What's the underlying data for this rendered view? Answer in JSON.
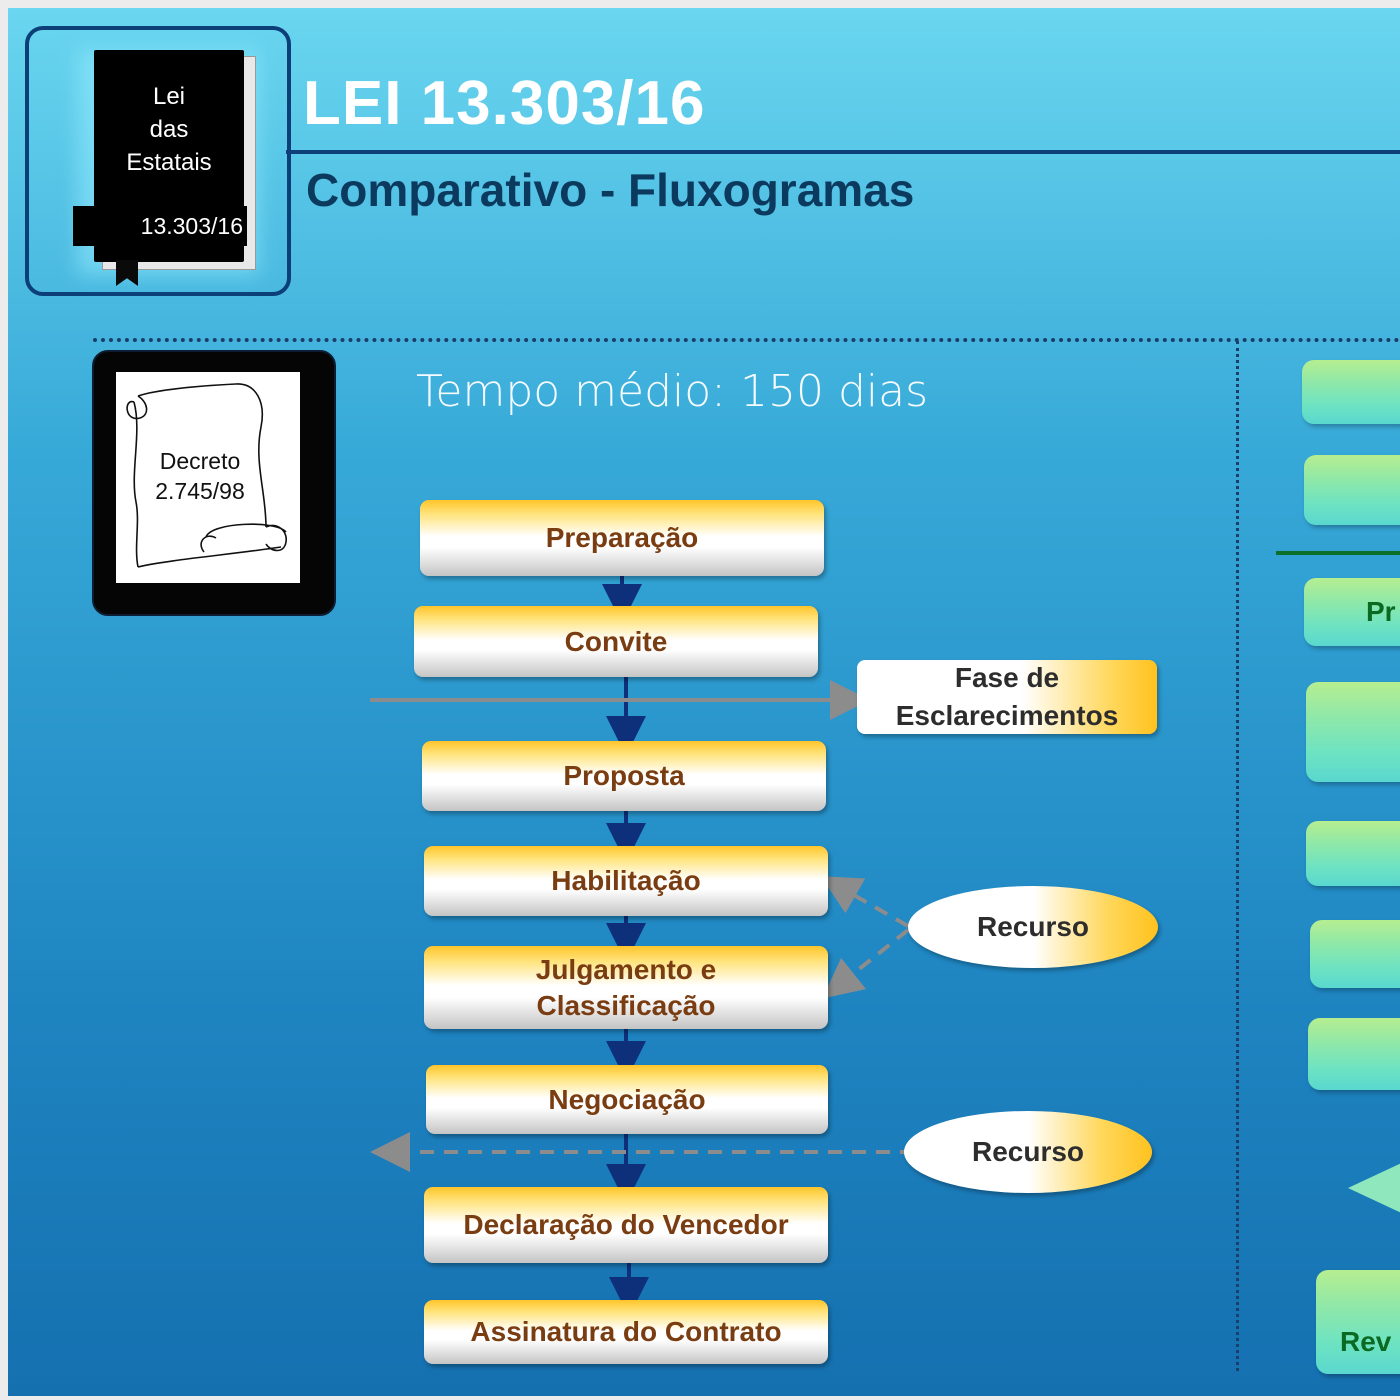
{
  "book": {
    "title": "Lei\ndas\nEstatais",
    "number": "13.303/16"
  },
  "header": {
    "title": "LEI 13.303/16",
    "subtitle": "Comparativo - Fluxogramas"
  },
  "decree": {
    "label": "Decreto\n2.745/98"
  },
  "tempo": "Tempo médio: 150 dias",
  "flow": {
    "steps": [
      "Preparação",
      "Convite",
      "Proposta",
      "Habilitação",
      "Julgamento e\nClassificação",
      "Negociação",
      "Declaração do Vencedor",
      "Assinatura do Contrato"
    ],
    "side_box": "Fase de\nEsclarecimentos",
    "recurso_1": "Recurso",
    "recurso_2": "Recurso"
  },
  "right_column": {
    "label_pr": "Pr",
    "label_rev": "Rev"
  },
  "colors": {
    "title_rule": "#0e3f79",
    "step_text": "#7a3d12",
    "green_text": "#0a6a22",
    "arrow": "#0e2f7a",
    "dashed": "#8c8c8c"
  }
}
